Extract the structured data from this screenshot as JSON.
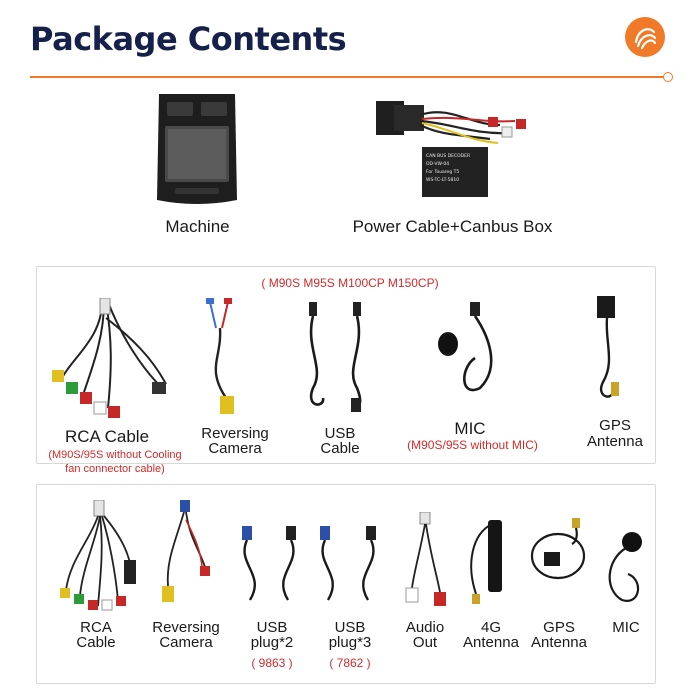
{
  "title": "Package Contents",
  "brand_color": "#f07a28",
  "top_items": [
    {
      "label": "Machine"
    },
    {
      "label": "Power Cable+Canbus Box"
    }
  ],
  "canbus_box_text": [
    "CAN BUS DECODER",
    "OD-VW-04",
    "For Touareg T5",
    "WS-TC-LT-5810"
  ],
  "box1": {
    "model_note": "( M90S M95S M100CP M150CP)",
    "items": [
      {
        "label_line1": "RCA Cable",
        "label_line2": "",
        "note_line1": "(M90S/95S without Cooling",
        "note_line2": "fan connector cable)"
      },
      {
        "label_line1": "Reversing",
        "label_line2": "Camera"
      },
      {
        "label_line1": "USB",
        "label_line2": "Cable"
      },
      {
        "label_line1": "MIC",
        "label_line2": "",
        "note_line1": "(M90S/95S without MIC)"
      },
      {
        "label_line1": "GPS",
        "label_line2": "Antenna"
      }
    ]
  },
  "box2": {
    "items": [
      {
        "label_line1": "RCA",
        "label_line2": "Cable"
      },
      {
        "label_line1": "Reversing",
        "label_line2": "Camera"
      },
      {
        "label_line1": "USB",
        "label_line2": "plug*2",
        "note_line1": "( 9863 )"
      },
      {
        "label_line1": "USB",
        "label_line2": "plug*3",
        "note_line1": "( 7862 )"
      },
      {
        "label_line1": "Audio",
        "label_line2": "Out"
      },
      {
        "label_line1": "4G",
        "label_line2": "Antenna"
      },
      {
        "label_line1": "GPS",
        "label_line2": "Antenna"
      },
      {
        "label_line1": "MIC",
        "label_line2": ""
      }
    ]
  }
}
